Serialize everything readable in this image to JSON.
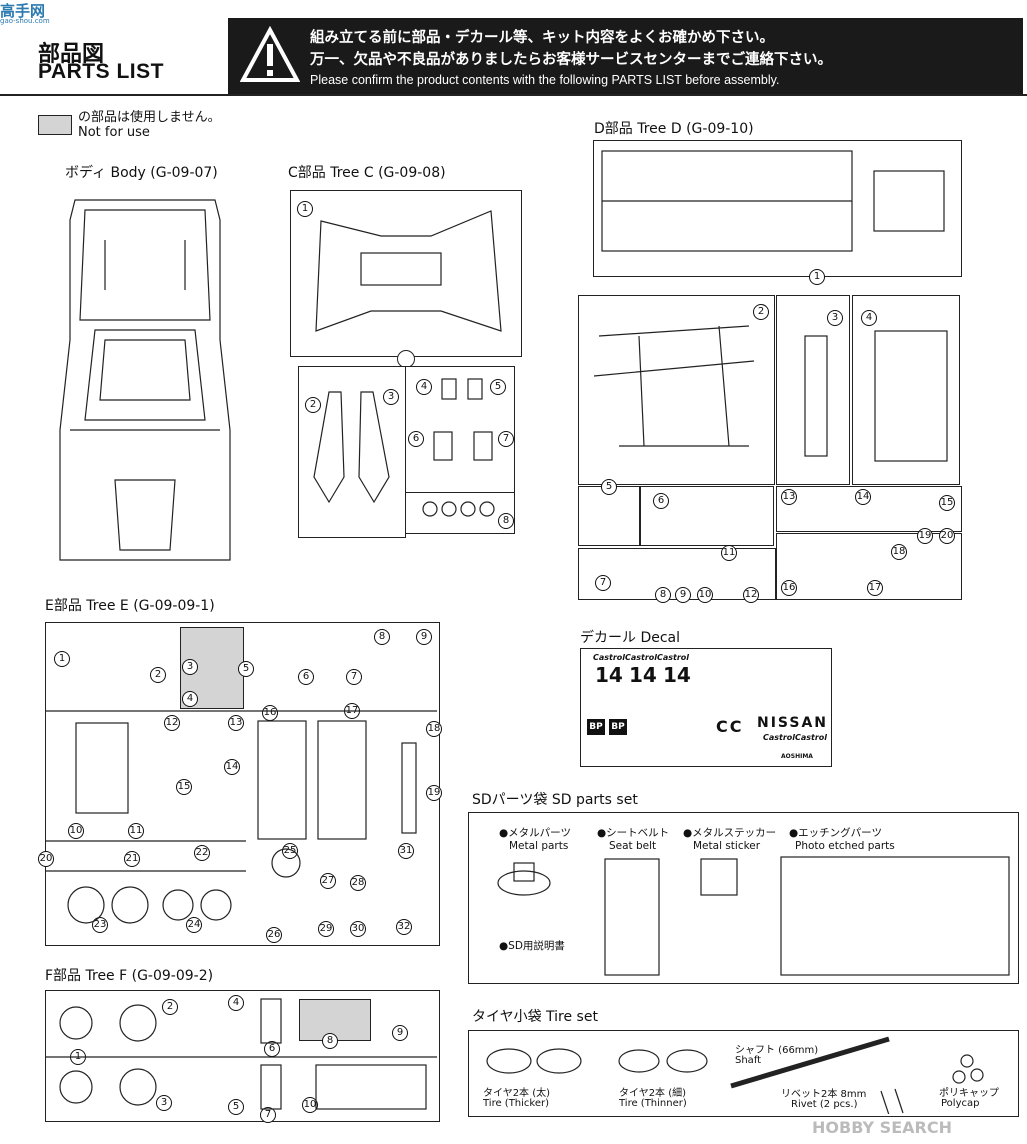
{
  "logo": {
    "text": "高手网",
    "sub": "gao-shou.com"
  },
  "header": {
    "title_jp": "部品図",
    "title_en": "PARTS LIST",
    "warning_line1": "組み立てる前に部品・デカール等、キット内容をよくお確かめ下さい。",
    "warning_line2": "万一、欠品や不良品がありましたらお客様サービスセンターまでご連絡下さい。",
    "warning_en": "Please confirm the product contents with the following PARTS LIST before assembly."
  },
  "legend": {
    "jp": "の部品は使用しません。",
    "en": "Not for use"
  },
  "sections": {
    "body": "ボディ Body (G-09-07)",
    "tree_c": "C部品 Tree C (G-09-08)",
    "tree_d": "D部品 Tree D (G-09-10)",
    "tree_e": "E部品 Tree E (G-09-09-1)",
    "tree_f": "F部品 Tree F (G-09-09-2)",
    "decal": "デカール Decal",
    "sd_parts": "SDパーツ袋 SD parts set",
    "tire_set": "タイヤ小袋 Tire set"
  },
  "decal": {
    "brand": "Castrol",
    "number": "14",
    "nissan": "NISSAN",
    "cc": "CC",
    "bp": "BP",
    "maker": "AOSHIMA"
  },
  "sd": {
    "metal_jp": "●メタルパーツ",
    "metal_en": "Metal parts",
    "belt_jp": "●シートベルト",
    "belt_en": "Seat belt",
    "sticker_jp": "●メタルステッカー",
    "sticker_en": "Metal sticker",
    "etch_jp": "●エッチングパーツ",
    "etch_en": "Photo etched parts",
    "manual": "●SD用説明書"
  },
  "tires": {
    "thick_jp": "タイヤ2本 (太)",
    "thick_en": "Tire (Thicker)",
    "thin_jp": "タイヤ2本 (細)",
    "thin_en": "Tire (Thinner)",
    "shaft_jp": "シャフト (66mm)",
    "shaft_en": "Shaft",
    "rivet_jp": "リベット2本 8mm",
    "rivet_en": "Rivet (2 pcs.)",
    "polycap_jp": "ポリキャップ",
    "polycap_en": "Polycap"
  },
  "watermark": "HOBBY SEARCH",
  "nums": {
    "n1": "1",
    "n2": "2",
    "n3": "3",
    "n4": "4",
    "n5": "5",
    "n6": "6",
    "n7": "7",
    "n8": "8",
    "n9": "9",
    "n10": "10",
    "n11": "11",
    "n12": "12",
    "n13": "13",
    "n14": "14",
    "n15": "15",
    "n16": "16",
    "n17": "17",
    "n18": "18",
    "n19": "19",
    "n20": "20",
    "n21": "21",
    "n22": "22",
    "n23": "23",
    "n24": "24",
    "n25": "25",
    "n26": "26",
    "n27": "27",
    "n28": "28",
    "n29": "29",
    "n30": "30",
    "n31": "31",
    "n32": "32"
  },
  "colors": {
    "ink": "#1a1a1a",
    "gray_unused": "#d4d4d4"
  }
}
